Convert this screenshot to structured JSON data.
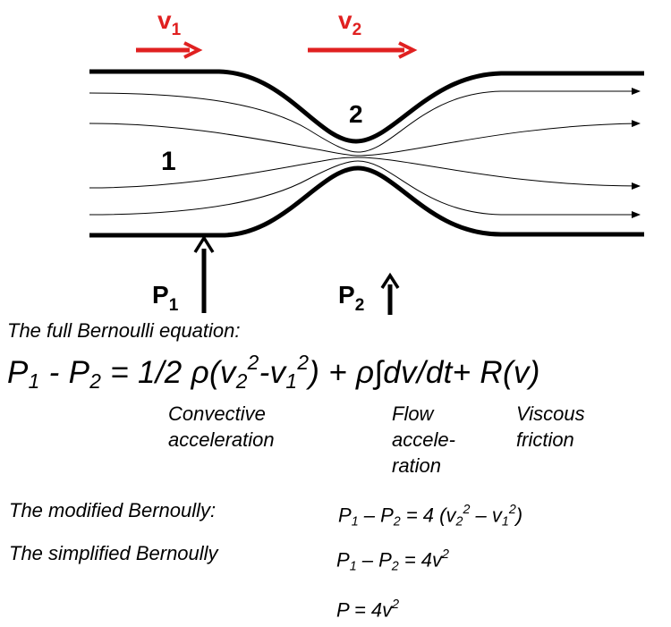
{
  "diagram": {
    "v1_label": "v",
    "v1_sub": "1",
    "v2_label": "v",
    "v2_sub": "2",
    "region1": "1",
    "region2": "2",
    "p1_label": "P",
    "p1_sub": "1",
    "p2_label": "P",
    "p2_sub": "2",
    "colors": {
      "velocity": "#e02020",
      "ink": "#000000"
    }
  },
  "text": {
    "full_title": "The full Bernoulli equation:",
    "full_equation": {
      "p1": "P",
      "p1_sub": "1",
      "minus": " - ",
      "p2": "P",
      "p2_sub": "2",
      "rhs_a": " = 1/2 ρ(v",
      "v2_sub": "2",
      "v2_sup": "2",
      "dash": "-v",
      "v1_sub": "1",
      "v1_sup": "2",
      "rhs_b": ") + ρ∫dv/dt+ R(v)"
    },
    "term_convective": "Convective acceleration",
    "term_flow": "Flow accele-ration",
    "term_viscous": "Viscous friction",
    "modified_title": "The modified Bernoully:",
    "modified_formula": {
      "p1": "P",
      "p1_sub": "1",
      "mid": " – P",
      "p2_sub": "2",
      "rhs": " = 4 (v",
      "v2_sub": "2",
      "v2_sup": "2",
      "dash": " – v",
      "v1_sub": "1",
      "v1_sup": "2",
      "end": ")"
    },
    "simplified_title": "The simplified Bernoully",
    "simplified_formula": {
      "p1": "P",
      "p1_sub": "1",
      "mid": " – P",
      "p2_sub": "2",
      "rhs": " = 4v",
      "sup": "2"
    },
    "short_formula": {
      "lhs": "P = 4v",
      "sup": "2"
    }
  }
}
